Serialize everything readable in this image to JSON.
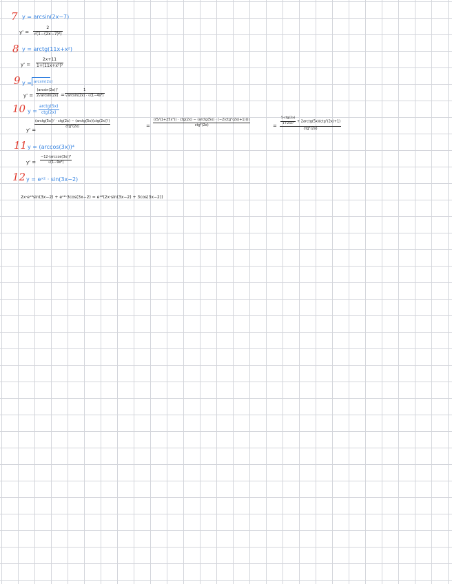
{
  "problems": [
    {
      "number": "7",
      "given": "y = arcsin(2x−7)",
      "deriv_prefix": "y' =",
      "deriv_num": "2",
      "deriv_den": "√(1−(2x−7)²)"
    },
    {
      "number": "8",
      "given": "y = arctg(11x+x²)",
      "deriv_prefix": "y' =",
      "deriv_num": "2x+11",
      "deriv_den": "1+(11x+x²)²"
    },
    {
      "number": "9",
      "given_prefix": "y =",
      "given_radicand": "arcsin(2x)",
      "deriv_prefix": "y' =",
      "f1_num": "(arcsin(2x))'",
      "f1_den": "2√arcsin(2x)",
      "f2_num": "1",
      "f2_den": "√arcsin(2x) · √(1−4x²)"
    },
    {
      "number": "10",
      "given_prefix": "y =",
      "given_num": "arctg(5x)",
      "given_den": "ctg(2x)",
      "deriv_prefix": "y' =",
      "t1_num": "(arctg(5x))' · ctg(2x) − (arctg(5x)(ctg(2x))')",
      "t1_den": "ctg²(2x)",
      "t2_num": "((5/(1+25x²)) · ctg(2x) − (arctg(5x) · (−2(ctg²(2x)+1))))",
      "t2_den": "ctg²(2x)",
      "t3_inner_num": "5·ctg(2x)",
      "t3_inner_den": "1+25x²",
      "t3_rest": "+ 2arctg(5x)(ctg²(2x)+1)",
      "t3_den": "ctg²(2x)"
    },
    {
      "number": "11",
      "given": "y = (arccos(3x))⁴",
      "deriv_prefix": "y' =",
      "deriv_num": "−12·(arccos(3x))³",
      "deriv_den": "√(1−9x²)"
    },
    {
      "number": "12",
      "given": "y = eˣ² · sin(3x−2)",
      "line": "2x·eˣ²sin(3x−2) + eˣ²·3cos(3x−2) = eˣ²(2x·sin(3x−2) + 3cos(3x−2))"
    }
  ],
  "equals": "=",
  "colors": {
    "number": "#e03a2e",
    "given": "#2f7fe0",
    "work": "#222222",
    "grid": "#d3d5db",
    "paper": "#ffffff"
  }
}
